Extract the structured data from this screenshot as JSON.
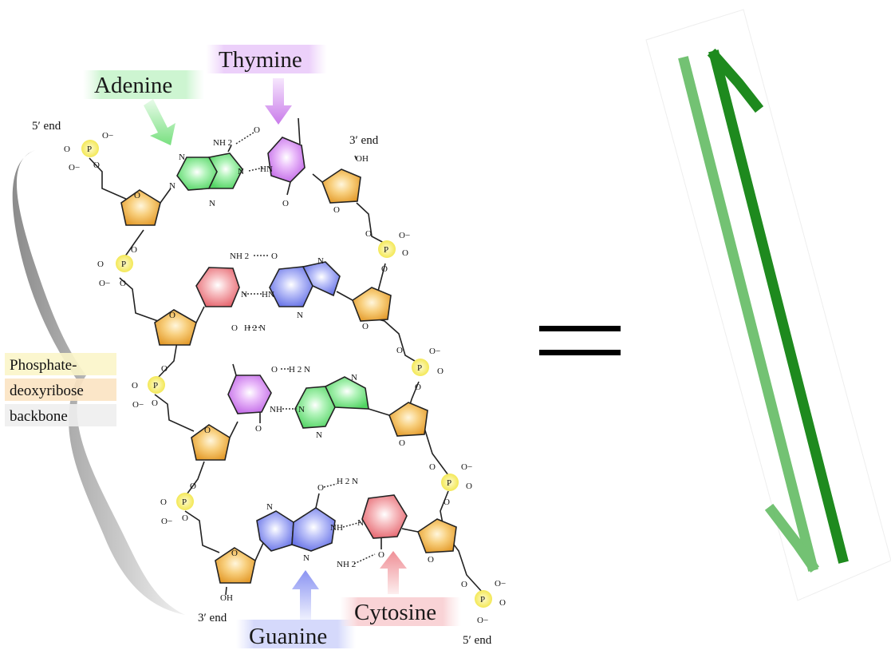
{
  "bases": {
    "adenine": "Adenine",
    "thymine": "Thymine",
    "guanine": "Guanine",
    "cytosine": "Cytosine"
  },
  "ends": {
    "five_prime_top": "5′ end",
    "three_prime_top": "3′ end",
    "three_prime_bottom": "3′ end",
    "five_prime_bottom": "5′ end"
  },
  "backbone": {
    "line1": "Phosphate-",
    "line2": "deoxyribose",
    "line3": "backbone"
  },
  "atoms": {
    "o": "O",
    "om": "O−",
    "p": "P",
    "n": "N",
    "nh": "NH",
    "hn": "HN",
    "nh2": "NH 2",
    "h2n": "H 2 N",
    "oh": "OH"
  },
  "colors": {
    "adenine": "#7ee88a",
    "thymine": "#d58cf0",
    "guanine": "#8c96f2",
    "cytosine": "#f08c92",
    "sugar": "#f2b04a",
    "phosphate": "#f6ef6a",
    "strand_light": "#6cbf6c",
    "strand_dark": "#1e8a1e"
  },
  "equals_symbol": "="
}
